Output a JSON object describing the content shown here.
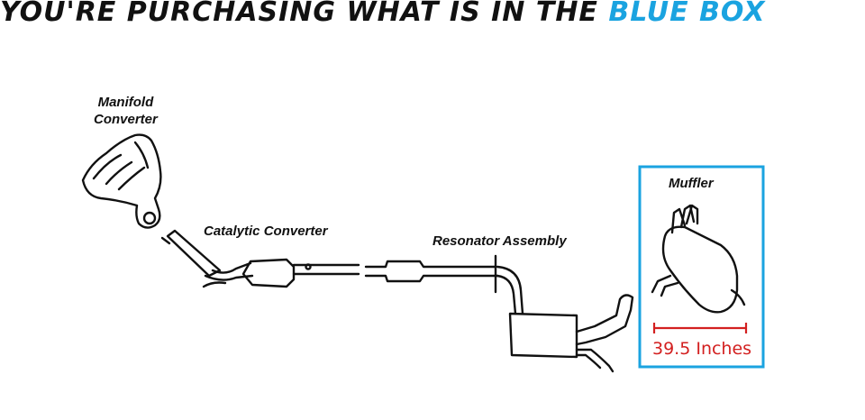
{
  "headline": {
    "text": "YOU'RE PURCHASING WHAT IS IN THE ",
    "highlight": "BLUE BOX",
    "highlight_color": "#1aa3e0"
  },
  "labels": {
    "manifold": [
      "Manifold",
      "Converter"
    ],
    "catalytic": "Catalytic Converter",
    "resonator": "Resonator Assembly",
    "muffler": "Muffler"
  },
  "measurement": {
    "text": "39.5 Inches",
    "color": "#d32020"
  },
  "box_color": "#1aa3e0"
}
